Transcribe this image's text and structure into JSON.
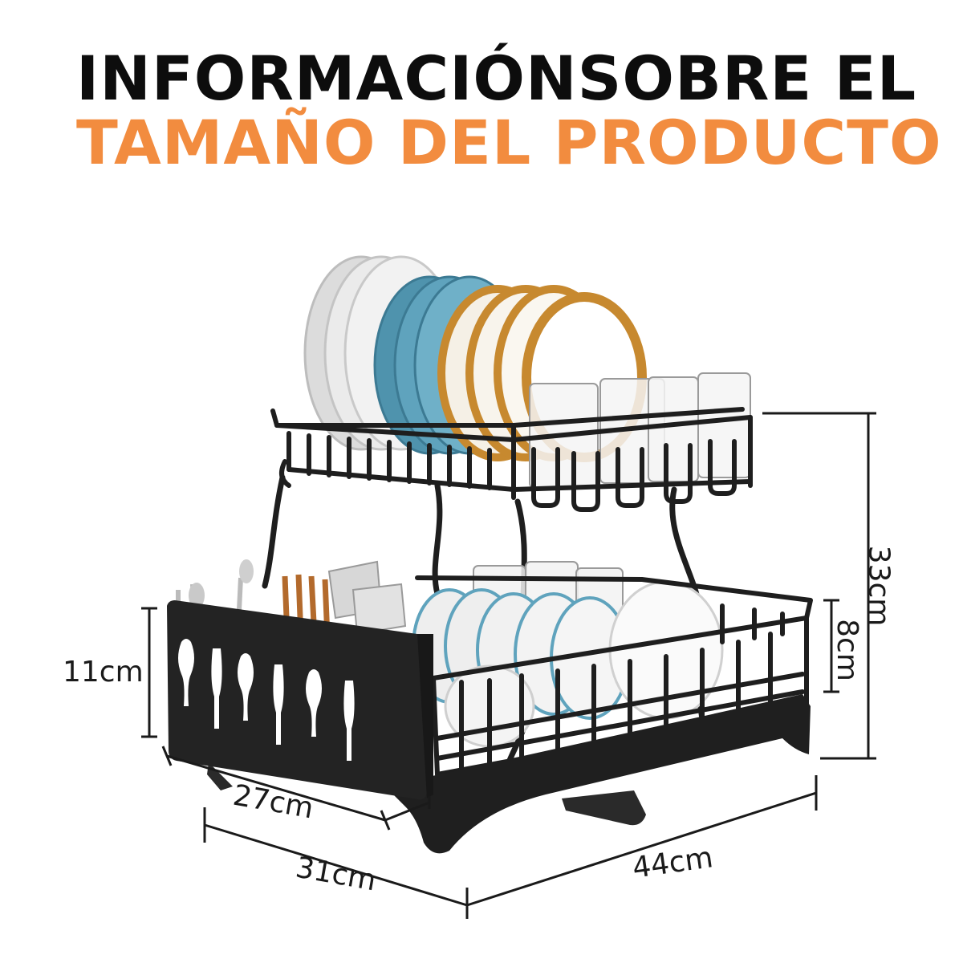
{
  "title": {
    "line1": "INFORMACIÓNSOBRE EL",
    "line2": "TAMAÑO DEL PRODUCTO",
    "line2_color": "#f28c3f"
  },
  "product": {
    "name": "two-tier dish drying rack",
    "rack_color": "#1e1e1e",
    "plate_colors": [
      "#e6e6e6",
      "#5a9db8",
      "#c7892f"
    ]
  },
  "dimensions": {
    "total_height": "33cm",
    "tray_height": "8cm",
    "holder_height": "11cm",
    "holder_depth": "27cm",
    "depth": "31cm",
    "width": "44cm"
  }
}
